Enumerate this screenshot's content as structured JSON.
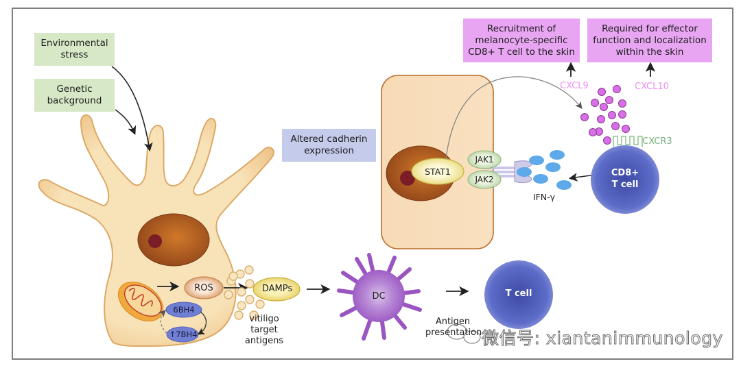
{
  "figure": {
    "inputs": {
      "environmental_stress": "Environmental\nstress",
      "genetic_background": "Genetic\nbackground"
    },
    "melanocyte": {
      "ros": "ROS",
      "bh4_6": "6BH4",
      "bh4_7": "7BH4",
      "bh4_7_arrow": "↑",
      "damps": "DAMPs",
      "antigens": "vitiligo\ntarget\nantigens"
    },
    "dc": {
      "label": "DC",
      "antigen_presentation": "Antigen\npresentation"
    },
    "t_cell": {
      "label": "T cell"
    },
    "cadherin": {
      "label": "Altered cadherin\nexpression"
    },
    "keratinocyte": {
      "stat1": "STAT1",
      "jak1": "JAK1",
      "jak2": "JAK2",
      "ifn": "IFN-γ"
    },
    "cd8": {
      "label": "CD8+\nT cell",
      "receptor": "CXCR3"
    },
    "chemokines": {
      "cxcl9": "CXCL9",
      "cxcl10": "CXCL10",
      "cxcl9_role": "Recruitment of\nmelanocyte-specific\nCD8+ T cell to the skin",
      "cxcl10_role": "Required for effector\nfunction and localization\nwithin the skin"
    },
    "watermark": "微信号: xiantanimmunology",
    "colors": {
      "cell_fill": "#f7e0b3",
      "cell_edge": "#d9954a",
      "nucleus": "#b4621e",
      "nucleolus": "#7b1d26",
      "keratinocyte_fill": "#f8ddba",
      "keratinocyte_edge": "#b86c2a",
      "dc": "#a05cc4",
      "t_cell": "#4f5fbd",
      "chemokine": "#d86ee8",
      "ifn": "#5ea9ea",
      "green_box": "#d6e8c6",
      "blue_box": "#c5cbea",
      "pink_box": "#e8a5f2"
    }
  }
}
